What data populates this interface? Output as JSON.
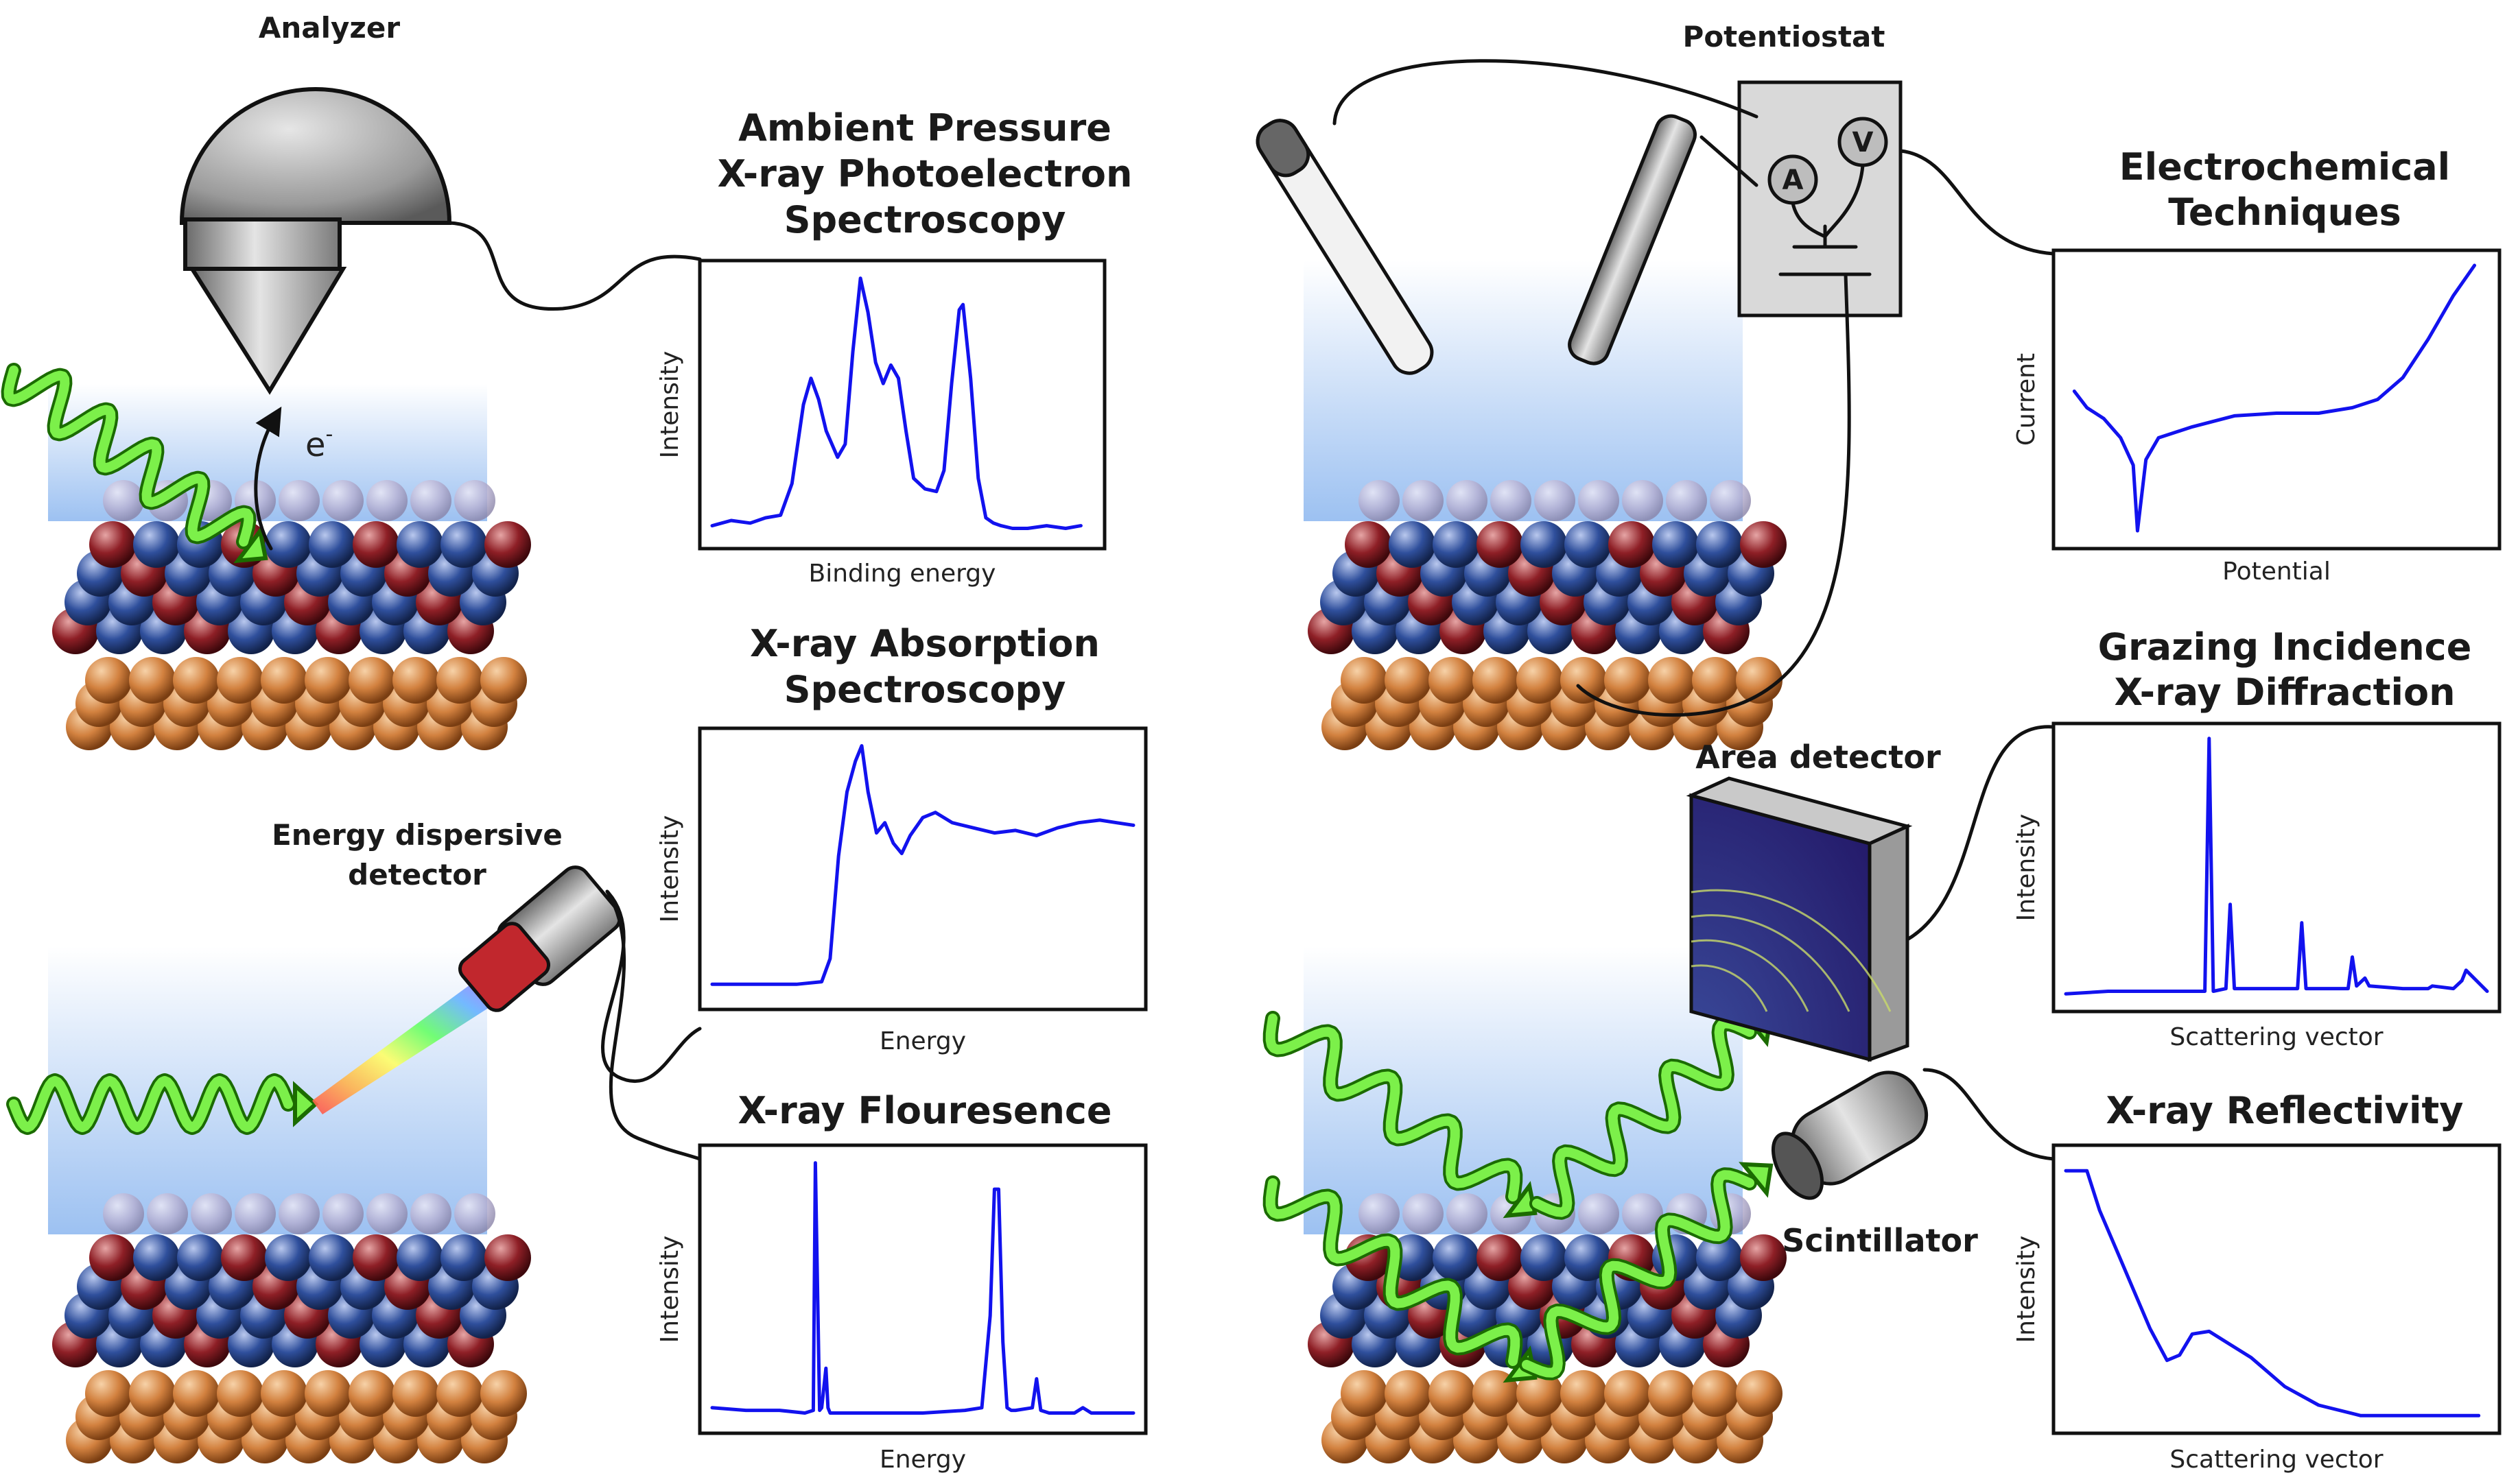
{
  "panels": {
    "apxps": {
      "instrument_label": "Analyzer",
      "electron_label": "e",
      "electron_sup": "-",
      "title_lines": [
        "Ambient Pressure",
        "X-ray Photoelectron",
        "Spectroscopy"
      ],
      "xlabel": "Binding energy",
      "ylabel": "Intensity"
    },
    "xas": {
      "title_lines": [
        "X-ray Absorption",
        "Spectroscopy"
      ],
      "xlabel": "Energy",
      "ylabel": "Intensity",
      "detector_label_lines": [
        "Energy dispersive",
        "detector"
      ]
    },
    "xrf": {
      "title_lines": [
        "X-ray Flouresence"
      ],
      "xlabel": "Energy",
      "ylabel": "Intensity"
    },
    "echem": {
      "instrument_label": "Potentiostat",
      "meter_a": "A",
      "meter_v": "V",
      "title_lines": [
        "Electrochemical",
        "Techniques"
      ],
      "xlabel": "Potential",
      "ylabel": "Current"
    },
    "gixrd": {
      "title_lines": [
        "Grazing Incidence",
        "X-ray Diffraction"
      ],
      "xlabel": "Scattering vector",
      "ylabel": "Intensity",
      "detector_label": "Area detector"
    },
    "xrr": {
      "title_lines": [
        "X-ray Reflectivity"
      ],
      "xlabel": "Scattering vector",
      "ylabel": "Intensity",
      "detector_label": "Scintillator"
    }
  },
  "colors": {
    "trace": "#1212ee",
    "xray_wave": "#7cf04a",
    "atom_substrate": "#d2813f",
    "atom_blue": "#2f4f9c",
    "atom_red": "#8e1f26"
  },
  "chart_data": [
    {
      "type": "line",
      "id": "apxps",
      "title": "Ambient Pressure X-ray Photoelectron Spectroscopy",
      "xlabel": "Binding energy",
      "ylabel": "Intensity",
      "x": [
        0.0,
        0.05,
        0.1,
        0.14,
        0.18,
        0.21,
        0.24,
        0.26,
        0.28,
        0.3,
        0.33,
        0.35,
        0.37,
        0.39,
        0.41,
        0.43,
        0.45,
        0.47,
        0.49,
        0.51,
        0.53,
        0.56,
        0.59,
        0.61,
        0.63,
        0.65,
        0.66,
        0.68,
        0.7,
        0.72,
        0.74,
        0.76,
        0.79,
        0.83,
        0.88,
        0.93,
        0.97
      ],
      "y": [
        0.04,
        0.06,
        0.05,
        0.07,
        0.08,
        0.2,
        0.5,
        0.6,
        0.52,
        0.4,
        0.3,
        0.35,
        0.7,
        0.98,
        0.85,
        0.66,
        0.58,
        0.65,
        0.6,
        0.4,
        0.22,
        0.18,
        0.17,
        0.25,
        0.58,
        0.86,
        0.88,
        0.6,
        0.22,
        0.07,
        0.05,
        0.04,
        0.03,
        0.03,
        0.04,
        0.03,
        0.04
      ]
    },
    {
      "type": "line",
      "id": "xas",
      "title": "X-ray Absorption Spectroscopy",
      "xlabel": "Energy",
      "ylabel": "Intensity",
      "x": [
        0.0,
        0.1,
        0.2,
        0.26,
        0.28,
        0.3,
        0.32,
        0.34,
        0.355,
        0.37,
        0.39,
        0.41,
        0.43,
        0.45,
        0.47,
        0.5,
        0.53,
        0.57,
        0.62,
        0.67,
        0.72,
        0.77,
        0.82,
        0.87,
        0.92,
        0.96,
        1.0
      ],
      "y": [
        0.05,
        0.05,
        0.05,
        0.06,
        0.15,
        0.55,
        0.8,
        0.92,
        0.98,
        0.8,
        0.64,
        0.68,
        0.6,
        0.56,
        0.63,
        0.7,
        0.72,
        0.68,
        0.66,
        0.64,
        0.65,
        0.63,
        0.66,
        0.68,
        0.69,
        0.68,
        0.67
      ]
    },
    {
      "type": "line",
      "id": "xrf",
      "title": "X-ray Flouresence",
      "xlabel": "Energy",
      "ylabel": "Intensity",
      "x": [
        0.0,
        0.08,
        0.16,
        0.22,
        0.24,
        0.245,
        0.255,
        0.26,
        0.27,
        0.275,
        0.28,
        0.3,
        0.4,
        0.5,
        0.6,
        0.64,
        0.66,
        0.67,
        0.68,
        0.69,
        0.7,
        0.71,
        0.72,
        0.76,
        0.77,
        0.78,
        0.8,
        0.86,
        0.88,
        0.9,
        1.0
      ],
      "y": [
        0.05,
        0.04,
        0.04,
        0.03,
        0.04,
        0.98,
        0.04,
        0.05,
        0.2,
        0.05,
        0.03,
        0.03,
        0.03,
        0.03,
        0.04,
        0.05,
        0.4,
        0.88,
        0.88,
        0.3,
        0.05,
        0.04,
        0.04,
        0.05,
        0.16,
        0.04,
        0.03,
        0.03,
        0.05,
        0.03,
        0.03
      ]
    },
    {
      "type": "line",
      "id": "echem",
      "title": "Electrochemical Techniques",
      "xlabel": "Potential",
      "ylabel": "Current",
      "x": [
        0.02,
        0.05,
        0.09,
        0.13,
        0.16,
        0.17,
        0.19,
        0.22,
        0.3,
        0.4,
        0.5,
        0.6,
        0.68,
        0.74,
        0.8,
        0.86,
        0.92,
        0.97
      ],
      "y": [
        0.53,
        0.47,
        0.43,
        0.36,
        0.26,
        0.02,
        0.28,
        0.36,
        0.4,
        0.44,
        0.45,
        0.45,
        0.47,
        0.5,
        0.58,
        0.72,
        0.88,
        0.99
      ]
    },
    {
      "type": "line",
      "id": "gixrd",
      "title": "Grazing Incidence X-ray Diffraction",
      "xlabel": "Scattering vector",
      "ylabel": "Intensity",
      "x": [
        0.0,
        0.1,
        0.2,
        0.3,
        0.33,
        0.34,
        0.35,
        0.38,
        0.39,
        0.4,
        0.5,
        0.55,
        0.56,
        0.57,
        0.67,
        0.68,
        0.69,
        0.71,
        0.72,
        0.8,
        0.86,
        0.87,
        0.92,
        0.94,
        0.95,
        1.0
      ],
      "y": [
        0.02,
        0.03,
        0.03,
        0.03,
        0.03,
        0.99,
        0.03,
        0.04,
        0.36,
        0.04,
        0.04,
        0.04,
        0.29,
        0.04,
        0.04,
        0.16,
        0.05,
        0.08,
        0.05,
        0.04,
        0.04,
        0.05,
        0.04,
        0.07,
        0.11,
        0.03
      ]
    },
    {
      "type": "line",
      "id": "xrr",
      "title": "X-ray Reflectivity",
      "xlabel": "Scattering vector",
      "ylabel": "Intensity",
      "x": [
        0.0,
        0.02,
        0.05,
        0.08,
        0.12,
        0.16,
        0.2,
        0.24,
        0.27,
        0.3,
        0.34,
        0.38,
        0.44,
        0.52,
        0.6,
        0.7,
        0.8,
        0.9,
        0.98
      ],
      "y": [
        0.95,
        0.95,
        0.95,
        0.8,
        0.65,
        0.5,
        0.35,
        0.23,
        0.25,
        0.33,
        0.34,
        0.3,
        0.24,
        0.13,
        0.06,
        0.02,
        0.02,
        0.02,
        0.02
      ]
    }
  ]
}
